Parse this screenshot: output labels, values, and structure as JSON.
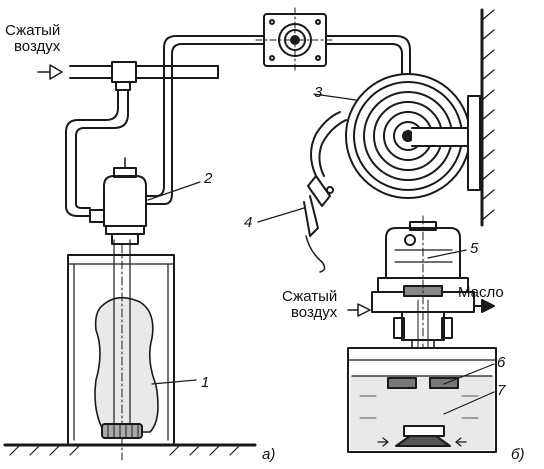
{
  "labels": {
    "air_a_line1": "Сжатый",
    "air_a_line2": "воздух",
    "air_b_line1": "Сжатый",
    "air_b_line2": "воздух",
    "oil": "Масло",
    "part_a": "а)",
    "part_b": "б)"
  },
  "callouts": [
    "1",
    "2",
    "3",
    "4",
    "5",
    "6",
    "7"
  ],
  "colors": {
    "ink": "#1a1a1a",
    "paper": "#ffffff",
    "liquid": "#e9e9e9"
  }
}
